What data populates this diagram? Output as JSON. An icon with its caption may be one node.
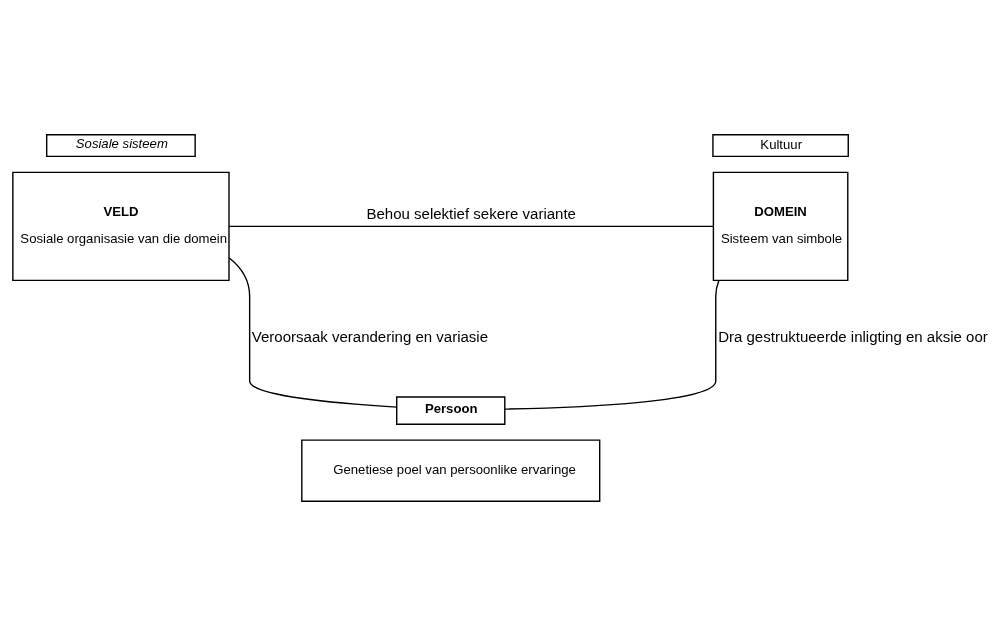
{
  "diagram": {
    "nodes": [
      {
        "text": [
          "Sosiale sisteem"
        ]
      },
      {
        "text": [
          "VELD",
          "Sosiale organisasie van die domein"
        ]
      },
      {
        "text": [
          "Kultuur"
        ]
      },
      {
        "text": [
          "DOMEIN",
          "Sisteem van simbole"
        ]
      },
      {
        "text": [
          "Persoon"
        ]
      },
      {
        "text": [
          "Genetiese poel van persoonlike ervaringe"
        ]
      }
    ],
    "edges": [
      {
        "from": 1,
        "to": 3,
        "arrow": "none",
        "label": "Behou selektief sekere variante"
      },
      {
        "from": 1,
        "to": 4,
        "arrow": "none",
        "label": "Veroorsaak verandering en variasie"
      },
      {
        "from": 3,
        "to": 4,
        "arrow": "none",
        "label": "Dra gestruktueerde inligting en aksie oor"
      }
    ]
  }
}
